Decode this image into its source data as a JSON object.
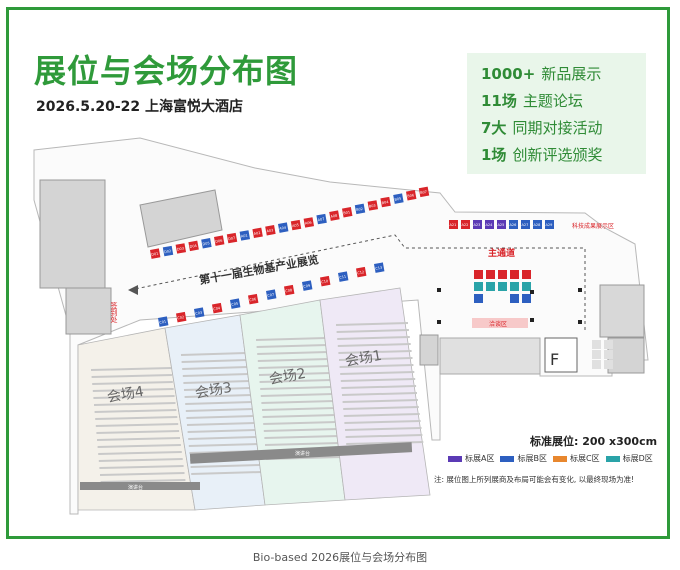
{
  "title": "展位与会场分布图",
  "subtitle": "2026.5.20-22  上海富悦大酒店",
  "stats": [
    {
      "num": "1000+",
      "text": "新品展示"
    },
    {
      "num": "11场",
      "text": "主题论坛"
    },
    {
      "num": "7大",
      "text": "同期对接活动"
    },
    {
      "num": "1场",
      "text": "创新评选颁奖"
    }
  ],
  "map": {
    "expo_label": "第十一届生物基产业展览",
    "main_aisle": "主通道",
    "showcase_label": "科技成果展示区",
    "lounge_label": "洽谈区",
    "side_label": "签到处",
    "halls": [
      "会场4",
      "会场3",
      "会场2",
      "会场1"
    ],
    "stage_label": "演讲台",
    "booths_top": [
      "D01",
      "D02",
      "D03",
      "D04",
      "D05",
      "D06",
      "D07",
      "A01",
      "A02",
      "A03",
      "A04",
      "A05",
      "A06",
      "A07",
      "A08",
      "B01",
      "B02",
      "B03",
      "B04",
      "B05",
      "B06",
      "B07"
    ],
    "booths_mid": [
      "C01",
      "C02",
      "C03",
      "C04",
      "C05",
      "C06",
      "C07",
      "C08",
      "C09",
      "C10",
      "C11",
      "C12",
      "C13"
    ],
    "booths_right": [
      "A21",
      "A22",
      "A23",
      "A24",
      "A25",
      "A26",
      "A27",
      "A28",
      "A29"
    ]
  },
  "legend": {
    "title": "标准展位: 200 x300cm",
    "items": [
      {
        "label": "标展A区",
        "color": "#5b3ab5"
      },
      {
        "label": "标展B区",
        "color": "#2d5fc0"
      },
      {
        "label": "标展C区",
        "color": "#e8872e"
      },
      {
        "label": "标展D区",
        "color": "#2aa3a8"
      }
    ],
    "note": "注: 展位图上所列展商及布局可能会有变化, 以最终现场为准!"
  },
  "colors": {
    "accent": "#2f9a3a",
    "booth_red": "#d9252a",
    "booth_blue": "#2d5fc0",
    "booth_purple": "#5b3ab5",
    "booth_teal": "#2aa3a8"
  },
  "caption": "Bio-based 2026展位与会场分布图"
}
